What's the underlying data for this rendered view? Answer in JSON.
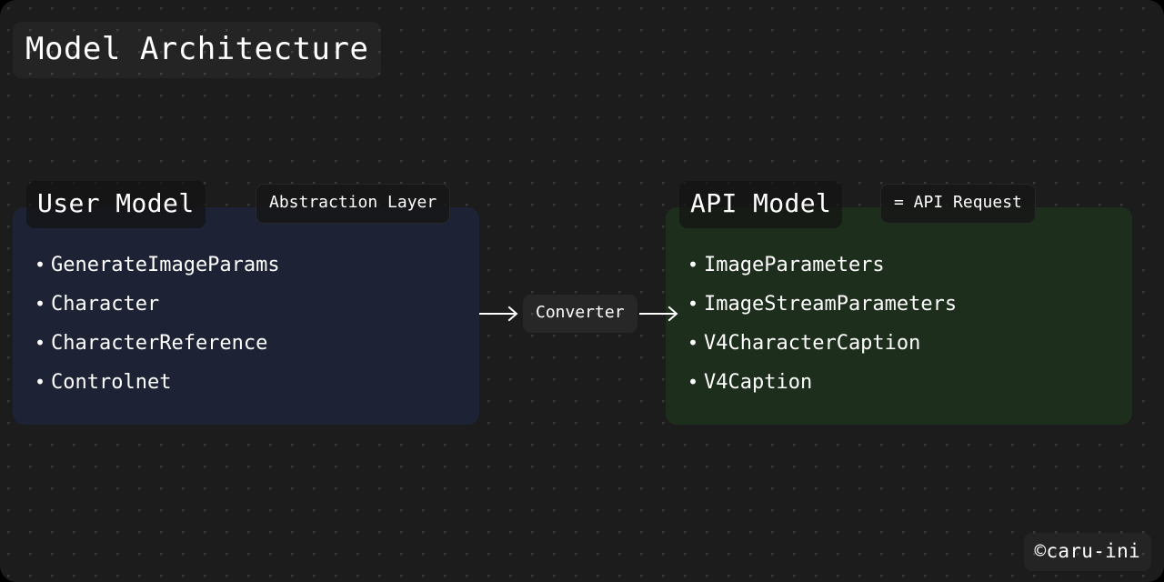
{
  "page": {
    "title": "Model Architecture",
    "background_color": "#1c1c1c",
    "dot_color": "#3a3a3a"
  },
  "user_panel": {
    "header": "User Model",
    "color": "#1d2234",
    "items": [
      "GenerateImageParams",
      "Character",
      "CharacterReference",
      "Controlnet"
    ]
  },
  "api_panel": {
    "header": "API Model",
    "color": "#1d2f1c",
    "items": [
      "ImageParameters",
      "ImageStreamParameters",
      "V4CharacterCaption",
      "V4Caption"
    ]
  },
  "badges": {
    "abstraction_layer": "Abstraction Layer",
    "api_request": "= API Request"
  },
  "flow": {
    "converter_label": "Converter",
    "arrow_left_icon": "arrow-right-icon",
    "arrow_right_icon": "arrow-right-icon"
  },
  "watermark": {
    "text": "©caru-ini"
  },
  "bullet": "•"
}
